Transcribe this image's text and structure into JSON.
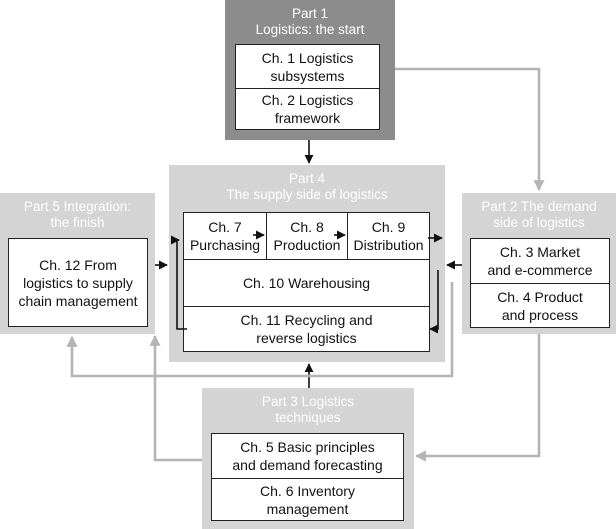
{
  "colors": {
    "part1_bg": "#8c8c8c",
    "panel_bg": "#d4d4d4",
    "panel_title_text": "#ffffff",
    "flow_arrow": "#111111",
    "feedback_arrow": "#b4b4b4"
  },
  "parts": {
    "part1": {
      "title": "Part 1\nLogistics: the start",
      "chapters": [
        "Ch. 1 Logistics\nsubsystems",
        "Ch. 2 Logistics\nframework"
      ]
    },
    "part2": {
      "title": "Part 2 The demand\nside of logistics",
      "chapters": [
        "Ch. 3 Market\nand e-commerce",
        "Ch. 4 Product\nand process"
      ]
    },
    "part3": {
      "title": "Part 3 Logistics\ntechniques",
      "chapters": [
        "Ch. 5 Basic principles\nand demand forecasting",
        "Ch. 6 Inventory\nmanagement"
      ]
    },
    "part4": {
      "title": "Part 4\nThe supply side of logistics",
      "row_chapters": [
        "Ch. 7\nPurchasing",
        "Ch. 8\nProduction",
        "Ch. 9\nDistribution"
      ],
      "chapters": [
        "Ch. 10 Warehousing",
        "Ch. 11 Recycling and\nreverse logistics"
      ]
    },
    "part5": {
      "title": "Part 5 Integration:\nthe finish",
      "chapters": [
        "Ch. 12 From\nlogistics to supply\nchain management"
      ]
    }
  }
}
